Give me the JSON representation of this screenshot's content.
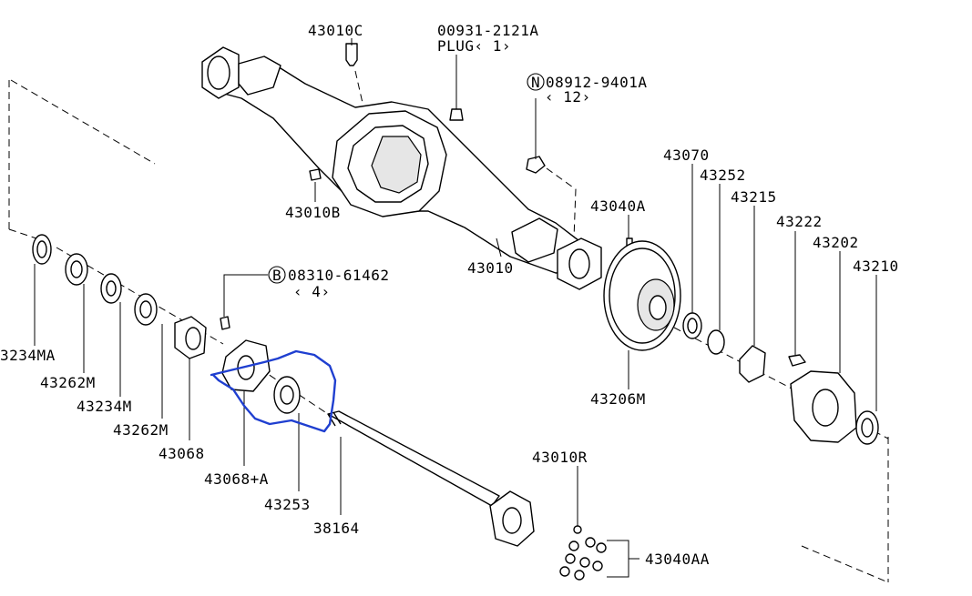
{
  "labels": {
    "l43010C": "43010C",
    "l00931": "00931-2121A",
    "lplug": "PLUG‹ 1›",
    "l08912": "08912-9401A",
    "l08912q": "‹ 12›",
    "l08912sym": "N",
    "l43070": "43070",
    "l43252": "43252",
    "l43215": "43215",
    "l43222": "43222",
    "l43202": "43202",
    "l43210": "43210",
    "l43040A": "43040A",
    "l43010B": "43010B",
    "l43010": "43010",
    "l08310": "08310-61462",
    "l08310q": "‹ 4›",
    "l08310sym": "B",
    "l3234MA": "3234MA",
    "l43262M_1": "43262M",
    "l43234M": "43234M",
    "l43262M_2": "43262M",
    "l43068": "43068",
    "l43068A": "43068+A",
    "l43253": "43253",
    "l38164": "38164",
    "l43206M": "43206M",
    "l43010R": "43010R",
    "l43040AA": "43040AA"
  },
  "colors": {
    "ink": "#000000",
    "annotation": "#1f3fd0",
    "background": "#ffffff"
  }
}
